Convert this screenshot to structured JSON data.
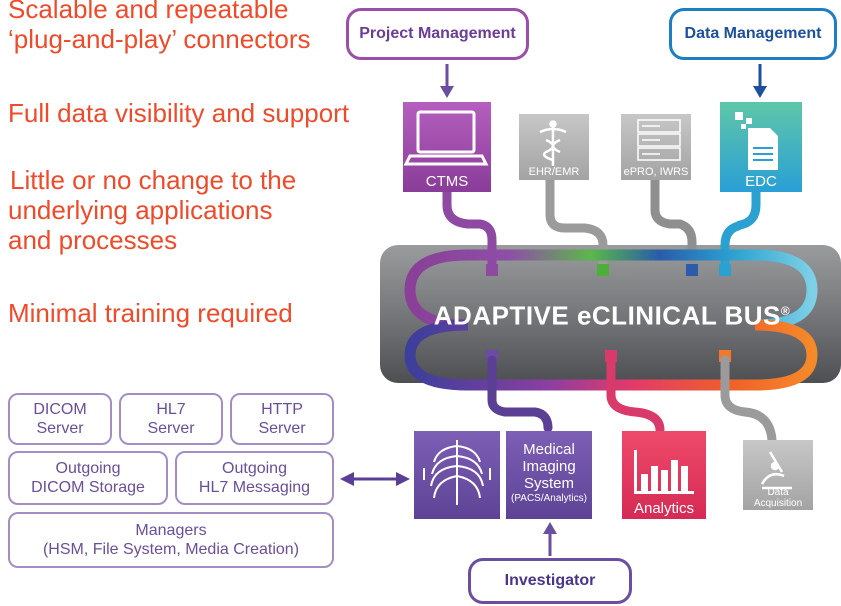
{
  "bullets": [
    {
      "lines": [
        "Scalable and repeatable",
        "‘plug-and-play’ connectors"
      ]
    },
    {
      "lines": [
        "Full data visibility and support"
      ]
    },
    {
      "lines": [
        "Little or no change to the",
        "underlying applications",
        "and processes"
      ]
    },
    {
      "lines": [
        "Minimal training required"
      ]
    }
  ],
  "roles": {
    "project_management": "Project Management",
    "data_management": "Data Management",
    "investigator": "Investigator"
  },
  "systems": {
    "ctms": "CTMS",
    "ehr": "EHR/EMR",
    "epro": "ePRO, IWRS",
    "edc": "EDC",
    "analytics": "Analytics",
    "data_acquisition": [
      "Data",
      "Acquisition"
    ],
    "medical_imaging": [
      "Medical",
      "Imaging",
      "System"
    ],
    "medical_imaging_sub": "(PACS/Analytics)"
  },
  "bus": {
    "title": "ADAPTIVE eCLINICAL BUS",
    "mark": "®"
  },
  "servers": {
    "dicom": [
      "DICOM",
      "Server"
    ],
    "hl7": [
      "HL7",
      "Server"
    ],
    "http": [
      "HTTP",
      "Server"
    ],
    "out_dicom": [
      "Outgoing",
      "DICOM Storage"
    ],
    "out_hl7": [
      "Outgoing",
      "HL7 Messaging"
    ],
    "managers": [
      "Managers",
      "(HSM, File System, Media Creation)"
    ]
  },
  "colors": {
    "accent_text": "#ef4b2a",
    "project_management": "#9b4fa8",
    "data_management": "#1c7fc4",
    "investigator": "#6b4ea0",
    "ctms": "#9c4aa6",
    "edc": "#2aa1d1",
    "analytics": "#e8366a",
    "imaging": "#6d53a6",
    "gray_tile": "#b5b5b5",
    "bus": "#7a7b7d"
  }
}
